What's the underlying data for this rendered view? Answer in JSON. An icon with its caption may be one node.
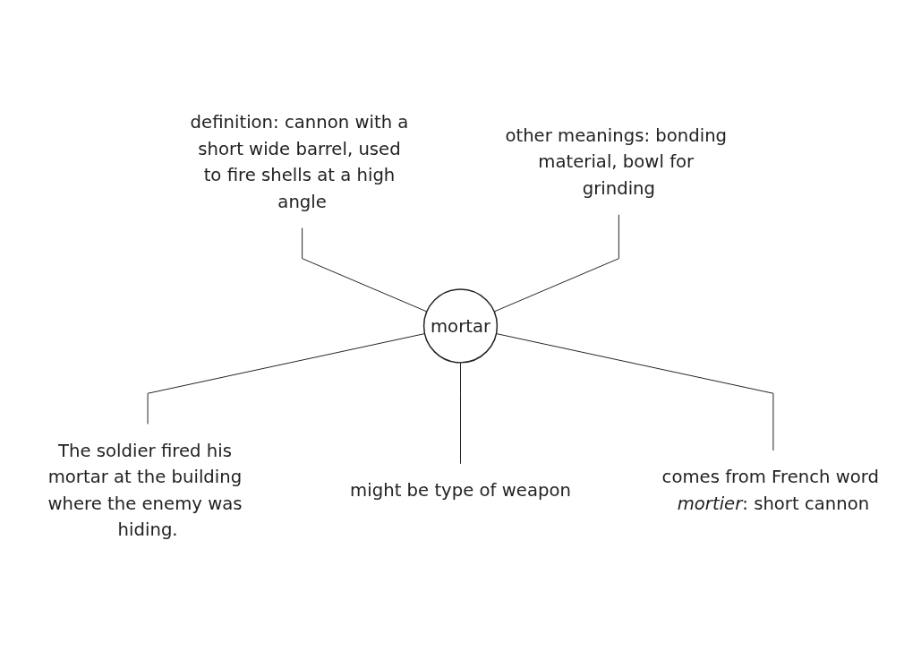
{
  "diagram": {
    "nodes": [
      {
        "text": [
          "definition: cannon with a short wide barrel, used to fire shells at a high angle"
        ]
      },
      {
        "text": [
          "other meanings: bonding material, bowl for grinding"
        ]
      },
      {
        "text": [
          "mortar"
        ]
      },
      {
        "text": [
          "The soldier fired his mortar at the building where the enemy was hiding."
        ]
      },
      {
        "text": [
          "comes from French word *mortier*: short cannon"
        ]
      },
      {
        "text": [
          "might be type of weapon"
        ]
      }
    ],
    "edges": [
      {
        "from": 0,
        "to": 2,
        "arrow": "none"
      },
      {
        "from": 1,
        "to": 2,
        "arrow": "none"
      },
      {
        "from": 2,
        "to": 3,
        "arrow": "none"
      },
      {
        "from": 2,
        "to": 5,
        "arrow": "none"
      },
      {
        "from": 2,
        "to": 4,
        "arrow": "none"
      }
    ]
  }
}
